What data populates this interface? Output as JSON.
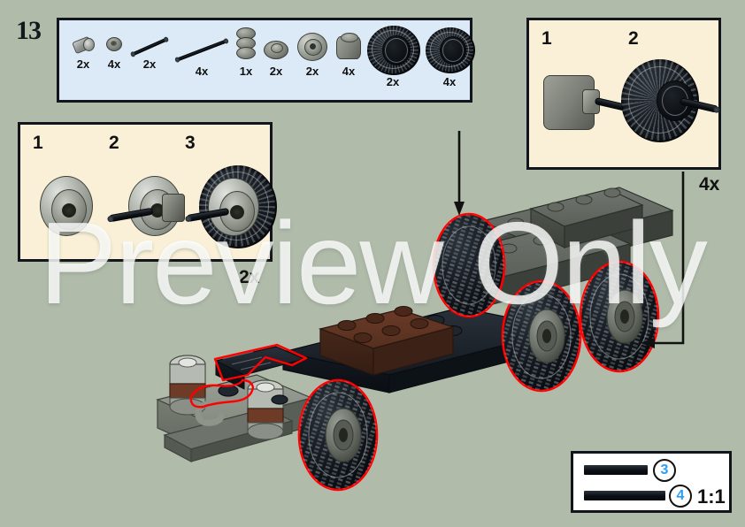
{
  "page": {
    "background_color": "#b0bbaa",
    "watermark_text": "Preview Only"
  },
  "step": {
    "number": "13"
  },
  "parts_box": {
    "background_color": "#dceaf7",
    "border_color": "#12161c",
    "parts": [
      {
        "name": "bush-pin",
        "qty": "2x"
      },
      {
        "name": "half-bush",
        "qty": "4x"
      },
      {
        "name": "axle-3",
        "qty": "2x"
      },
      {
        "name": "axle-4",
        "qty": "4x"
      },
      {
        "name": "round-parts-stack",
        "qty": "1x"
      },
      {
        "name": "round-plate-2x2",
        "qty": "2x"
      },
      {
        "name": "wheel-hub",
        "qty": "2x"
      },
      {
        "name": "round-brick-2x2",
        "qty": "4x"
      },
      {
        "name": "tyre-large",
        "qty": "2x"
      },
      {
        "name": "tyre-small",
        "qty": "4x"
      }
    ]
  },
  "sub_assembly_left": {
    "background_color": "#faf0d7",
    "steps": [
      "1",
      "2",
      "3"
    ],
    "multiplier": "2x"
  },
  "sub_assembly_right": {
    "background_color": "#faf0d7",
    "steps": [
      "1",
      "2"
    ],
    "multiplier": "4x"
  },
  "scale_box": {
    "background_color": "#ffffff",
    "ratio_label": "1:1",
    "accent_color": "#2a9df4",
    "bars": [
      {
        "length_label": "3"
      },
      {
        "length_label": "4"
      }
    ]
  },
  "model": {
    "highlight_color": "#ff0000",
    "description": "six-wheeled truck chassis"
  }
}
